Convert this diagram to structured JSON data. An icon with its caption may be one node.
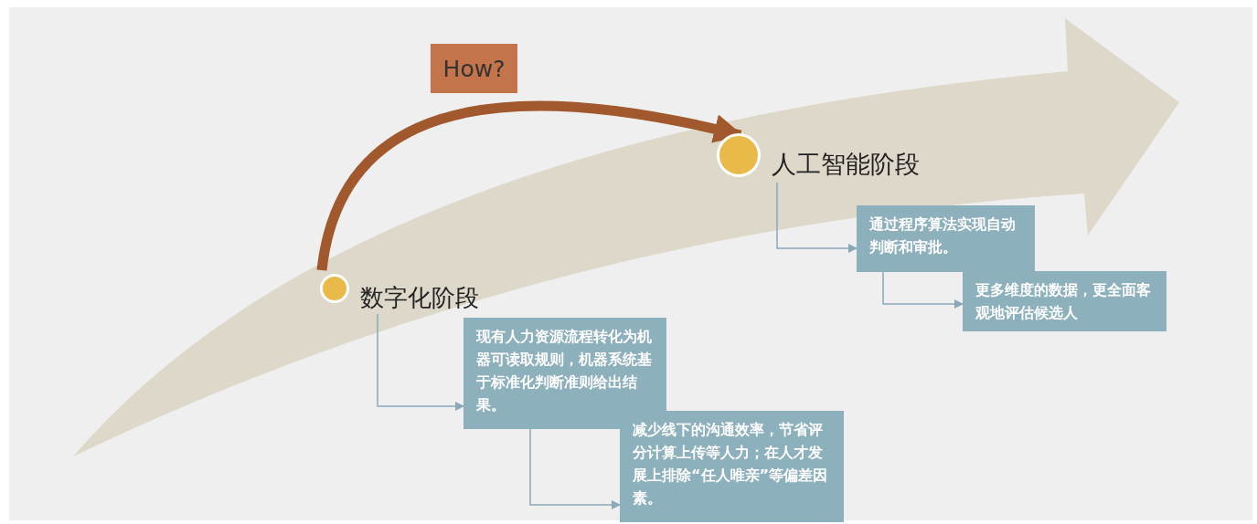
{
  "diagram": {
    "nodes": [
      {
        "text": [
          "数字化阶段"
        ]
      },
      {
        "text": [
          "现有人力资源流程转化为机器可读取规则，机器系统基于标准化判断准则给出结果。"
        ]
      },
      {
        "text": [
          "减少线下的沟通效率，节省评分计算上传等人力；在人才发展上排除“任人唯亲”等偏差因素。"
        ]
      },
      {
        "text": [
          "人工智能阶段"
        ]
      },
      {
        "text": [
          "通过程序算法实现自动判断和审批。"
        ]
      },
      {
        "text": [
          "更多维度的数据，更全面客观地评估候选人"
        ]
      }
    ],
    "edges": [
      {
        "from": 0,
        "to": 3,
        "arrow": "to",
        "label": "How?",
        "style": "thick",
        "color": "#a0582c"
      },
      {
        "from": 0,
        "to": 1,
        "arrow": "to"
      },
      {
        "from": 1,
        "to": 2,
        "arrow": "to"
      },
      {
        "from": 3,
        "to": 4,
        "arrow": "to"
      },
      {
        "from": 4,
        "to": 5,
        "arrow": "to"
      }
    ]
  }
}
